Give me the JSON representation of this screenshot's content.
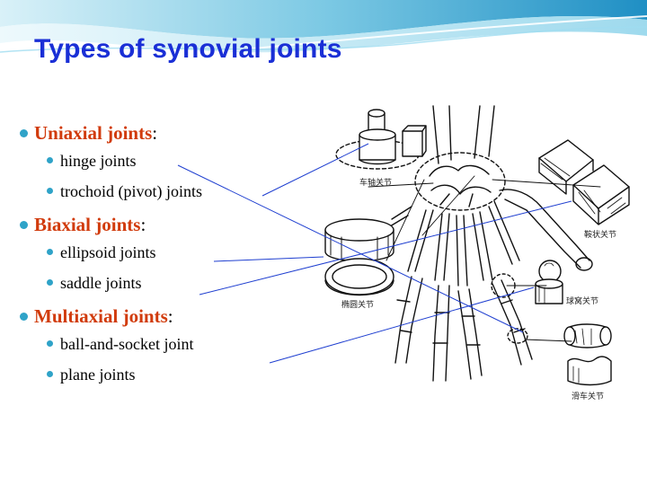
{
  "slide": {
    "title": "Types of synovial joints",
    "groups": [
      {
        "heading": "Uniaxial joints",
        "suffix": ":",
        "items": [
          "hinge joints",
          "trochoid (pivot) joints"
        ]
      },
      {
        "heading": "Biaxial joints",
        "suffix": ":",
        "items": [
          "ellipsoid joints",
          "saddle joints"
        ]
      },
      {
        "heading": "Multiaxial joints",
        "suffix": ":",
        "items": [
          "ball-and-socket joint",
          "plane joints"
        ]
      }
    ]
  },
  "figure": {
    "captions": {
      "pivot": "车轴关节",
      "ellipsoid": "椭圆关节",
      "saddle": "鞍状关节",
      "ball": "球窝关节",
      "hinge": "滑车关节"
    }
  },
  "colors": {
    "title": "#1a2fd6",
    "heading": "#d13b0c",
    "bullet": "#2fa3c8",
    "leader_line": "#1f3fd0",
    "banner_top": "#1f8fc4",
    "banner_light": "#bfe6f3"
  }
}
